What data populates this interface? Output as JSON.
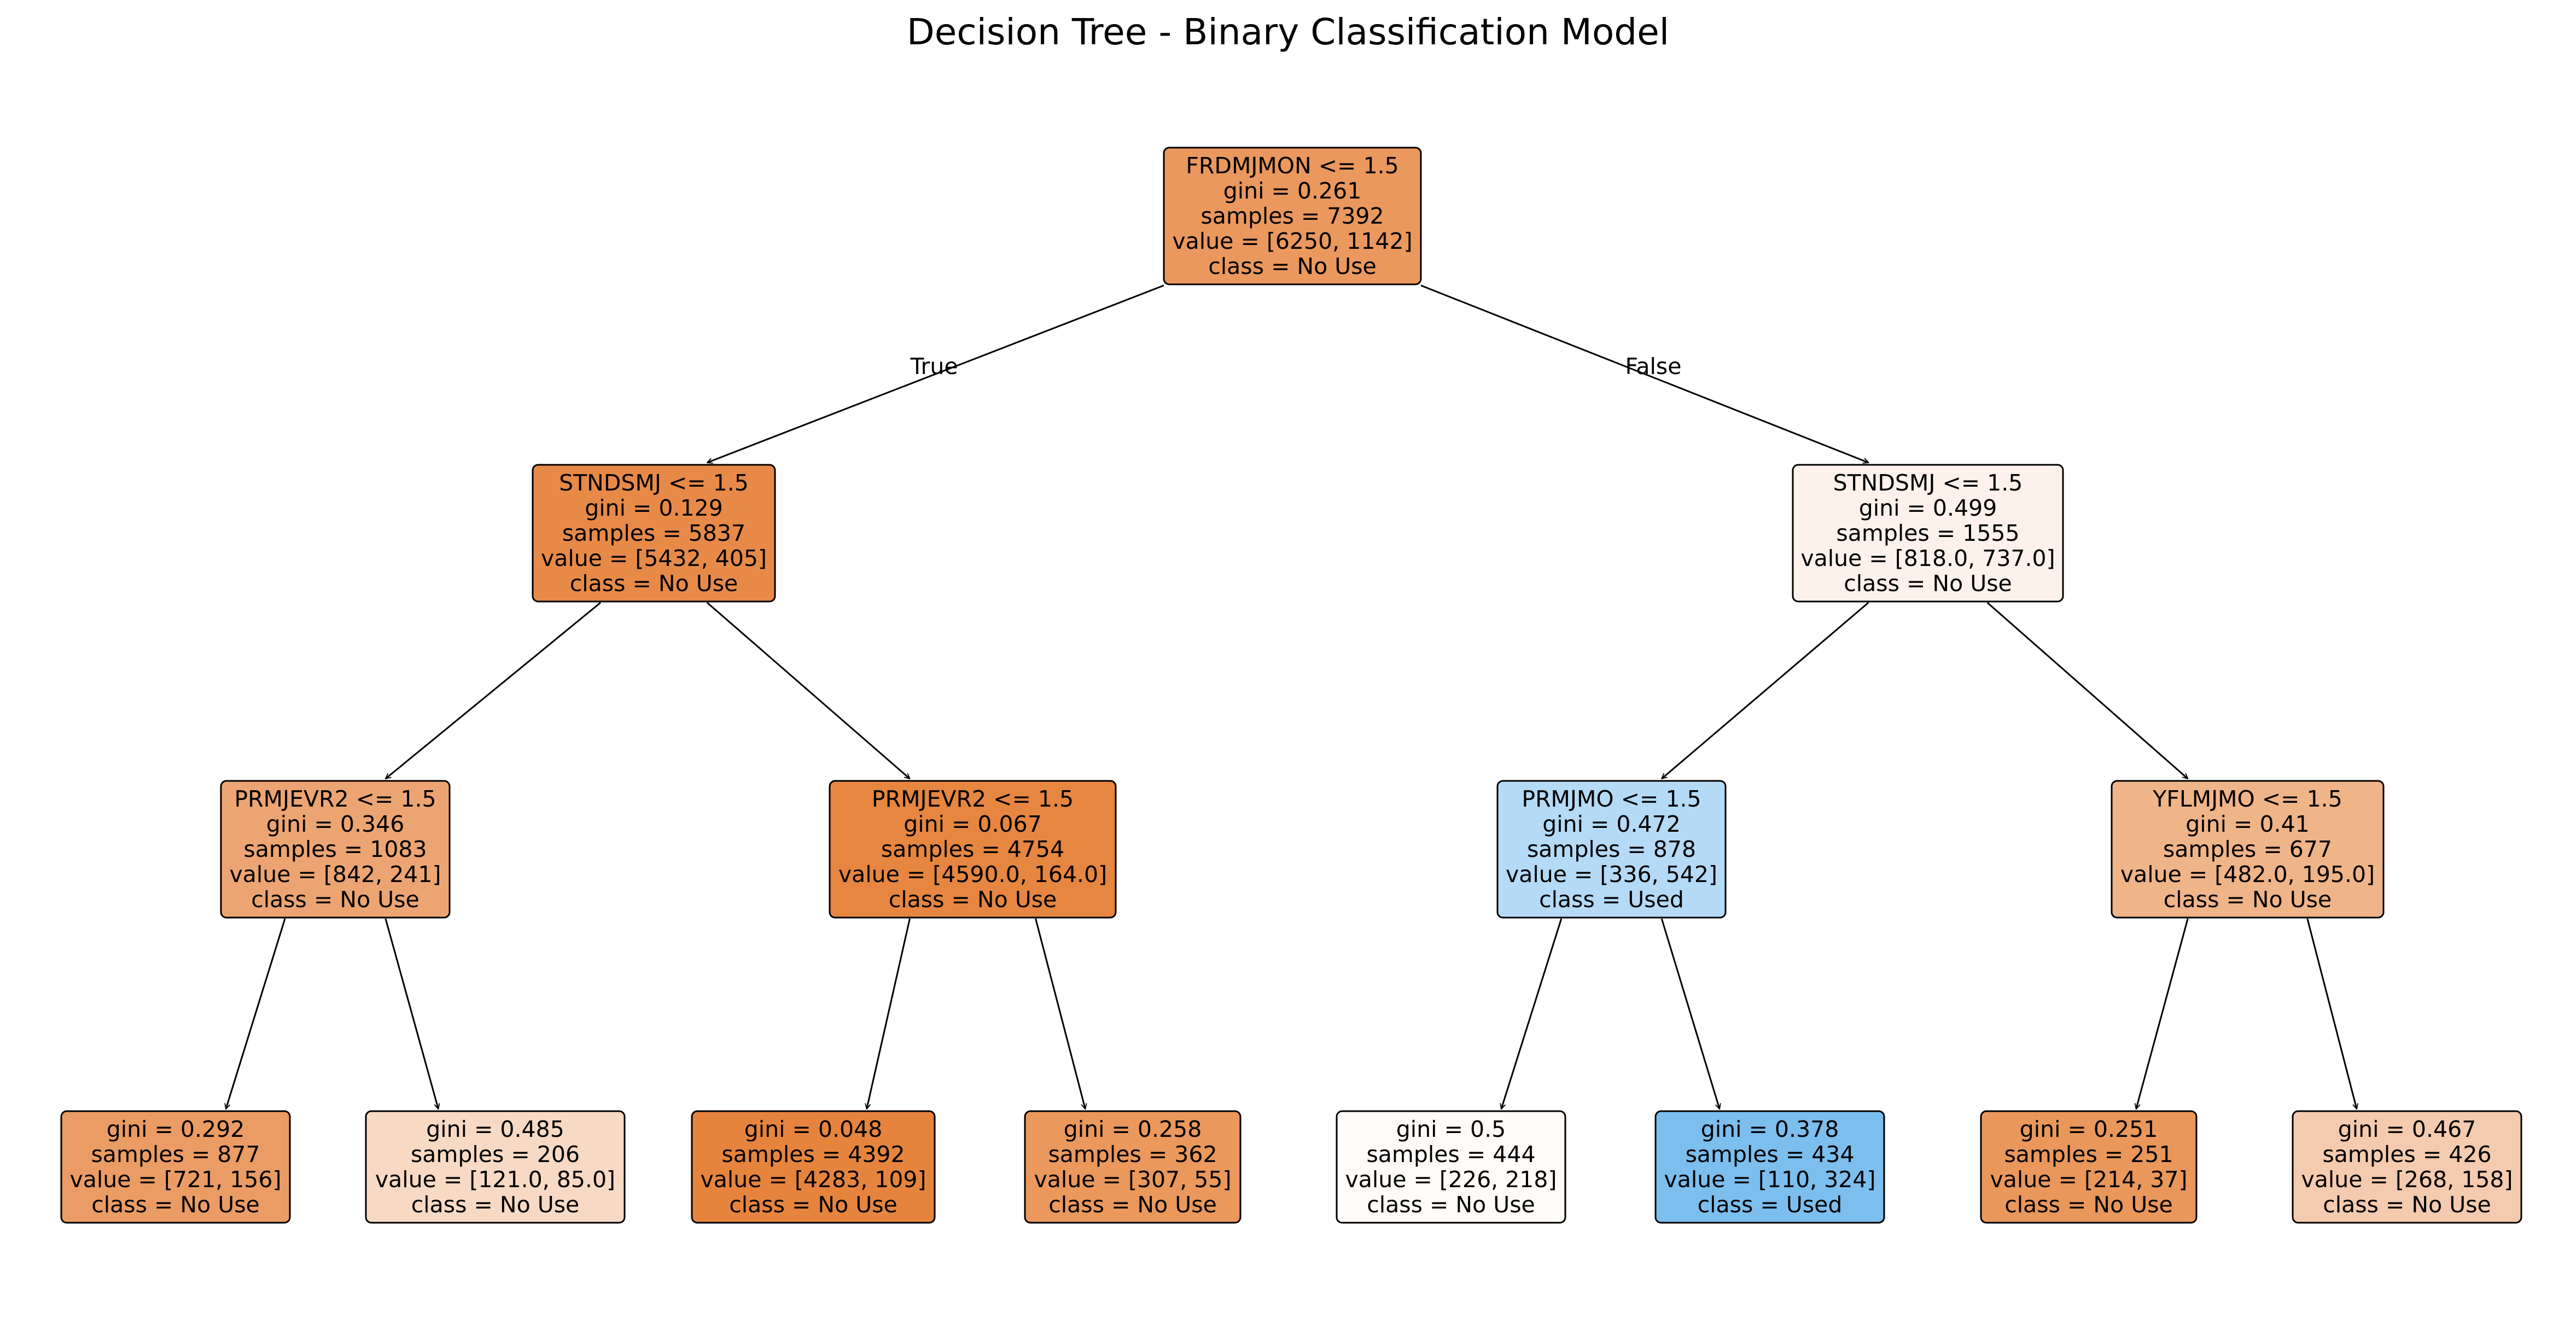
{
  "title": "Decision Tree - Binary Classification Model",
  "colors": {
    "class_0": "#e58139",
    "class_1": "#399de5",
    "edge": "#000000",
    "border": "#000000"
  },
  "edges_labels": {
    "left": "True",
    "right": "False"
  },
  "nodes": [
    {
      "id": 0,
      "lines": [
        "FRDMJMON <= 1.5",
        "gini = 0.261",
        "samples = 7392",
        "value = [6250, 1142]",
        "class = No Use"
      ],
      "class": "No Use",
      "fill": "#ea985d",
      "children": [
        1,
        2
      ]
    },
    {
      "id": 1,
      "lines": [
        "STNDSMJ <= 1.5",
        "gini = 0.129",
        "samples = 5837",
        "value = [5432, 405]",
        "class = No Use"
      ],
      "class": "No Use",
      "fill": "#e78a48",
      "children": [
        3,
        4
      ]
    },
    {
      "id": 2,
      "lines": [
        "STNDSMJ <= 1.5",
        "gini = 0.499",
        "samples = 1555",
        "value = [818.0, 737.0]",
        "class = No Use"
      ],
      "class": "No Use",
      "fill": "#fcf2eb",
      "children": [
        5,
        6
      ]
    },
    {
      "id": 3,
      "lines": [
        "PRMJEVR2 <= 1.5",
        "gini = 0.346",
        "samples = 1083",
        "value = [842, 241]",
        "class = No Use"
      ],
      "class": "No Use",
      "fill": "#eca572",
      "children": [
        7,
        8
      ]
    },
    {
      "id": 4,
      "lines": [
        "PRMJEVR2 <= 1.5",
        "gini = 0.067",
        "samples = 4754",
        "value = [4590.0, 164.0]",
        "class = No Use"
      ],
      "class": "No Use",
      "fill": "#e68640",
      "children": [
        9,
        10
      ]
    },
    {
      "id": 5,
      "lines": [
        "PRMJMO <= 1.5",
        "gini = 0.472",
        "samples = 878",
        "value = [336, 542]",
        "class = Used"
      ],
      "class": "Used",
      "fill": "#b4daf5",
      "children": [
        11,
        12
      ]
    },
    {
      "id": 6,
      "lines": [
        "YFLMJMO <= 1.5",
        "gini = 0.41",
        "samples = 677",
        "value = [482.0, 195.0]",
        "class = No Use"
      ],
      "class": "No Use",
      "fill": "#f0b489",
      "children": [
        13,
        14
      ]
    },
    {
      "id": 7,
      "lines": [
        "gini = 0.292",
        "samples = 877",
        "value = [721, 156]",
        "class = No Use"
      ],
      "class": "No Use",
      "fill": "#eb9c64",
      "children": []
    },
    {
      "id": 8,
      "lines": [
        "gini = 0.485",
        "samples = 206",
        "value = [121.0, 85.0]",
        "class = No Use"
      ],
      "class": "No Use",
      "fill": "#f7d9c4",
      "children": []
    },
    {
      "id": 9,
      "lines": [
        "gini = 0.048",
        "samples = 4392",
        "value = [4283, 109]",
        "class = No Use"
      ],
      "class": "No Use",
      "fill": "#e6843e",
      "children": []
    },
    {
      "id": 10,
      "lines": [
        "gini = 0.258",
        "samples = 362",
        "value = [307, 55]",
        "class = No Use"
      ],
      "class": "No Use",
      "fill": "#ea985c",
      "children": []
    },
    {
      "id": 11,
      "lines": [
        "gini = 0.5",
        "samples = 444",
        "value = [226, 218]",
        "class = No Use"
      ],
      "class": "No Use",
      "fill": "#fefbf8",
      "children": []
    },
    {
      "id": 12,
      "lines": [
        "gini = 0.378",
        "samples = 434",
        "value = [110, 324]",
        "class = Used"
      ],
      "class": "Used",
      "fill": "#7cbeee",
      "children": []
    },
    {
      "id": 13,
      "lines": [
        "gini = 0.251",
        "samples = 251",
        "value = [214, 37]",
        "class = No Use"
      ],
      "class": "No Use",
      "fill": "#e9975b",
      "children": []
    },
    {
      "id": 14,
      "lines": [
        "gini = 0.467",
        "samples = 426",
        "value = [268, 158]",
        "class = No Use"
      ],
      "class": "No Use",
      "fill": "#f4cbae",
      "children": []
    }
  ]
}
